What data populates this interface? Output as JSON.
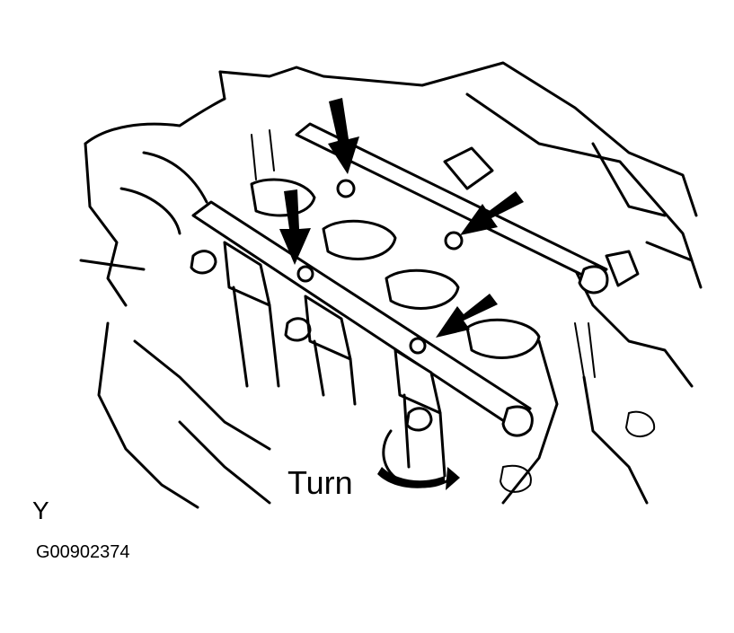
{
  "labels": {
    "turn": "Turn",
    "view_letter": "Y",
    "figure_code": "G00902374"
  },
  "arrows": {
    "count": 4,
    "color": "#000000"
  }
}
